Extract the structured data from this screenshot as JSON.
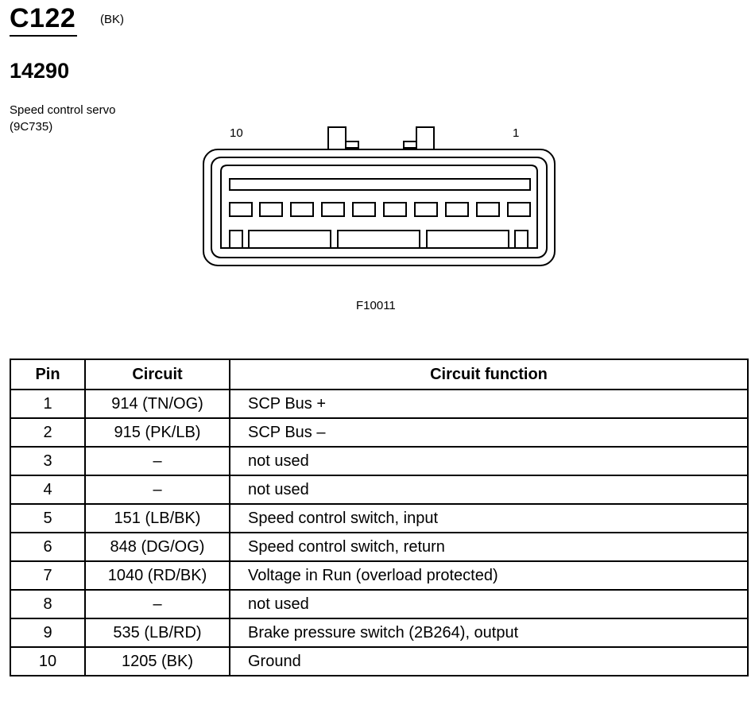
{
  "connector": {
    "id": "C122",
    "color": "(BK)",
    "part_number": "14290",
    "component_line1": "Speed control servo",
    "component_line2": "(9C735)",
    "pin_label_left": "10",
    "pin_label_right": "1",
    "figure_id": "F10011"
  },
  "table": {
    "headers": {
      "pin": "Pin",
      "circuit": "Circuit",
      "function": "Circuit function"
    },
    "rows": [
      {
        "pin": "1",
        "circuit": "914 (TN/OG)",
        "function": "SCP Bus +"
      },
      {
        "pin": "2",
        "circuit": "915 (PK/LB)",
        "function": "SCP Bus –"
      },
      {
        "pin": "3",
        "circuit": "–",
        "function": "not used"
      },
      {
        "pin": "4",
        "circuit": "–",
        "function": "not used"
      },
      {
        "pin": "5",
        "circuit": "151 (LB/BK)",
        "function": "Speed control switch, input"
      },
      {
        "pin": "6",
        "circuit": "848 (DG/OG)",
        "function": "Speed control switch, return"
      },
      {
        "pin": "7",
        "circuit": "1040 (RD/BK)",
        "function": "Voltage in Run (overload protected)"
      },
      {
        "pin": "8",
        "circuit": "–",
        "function": "not used"
      },
      {
        "pin": "9",
        "circuit": "535 (LB/RD)",
        "function": "Brake pressure switch (2B264), output"
      },
      {
        "pin": "10",
        "circuit": "1205 (BK)",
        "function": "Ground"
      }
    ]
  }
}
